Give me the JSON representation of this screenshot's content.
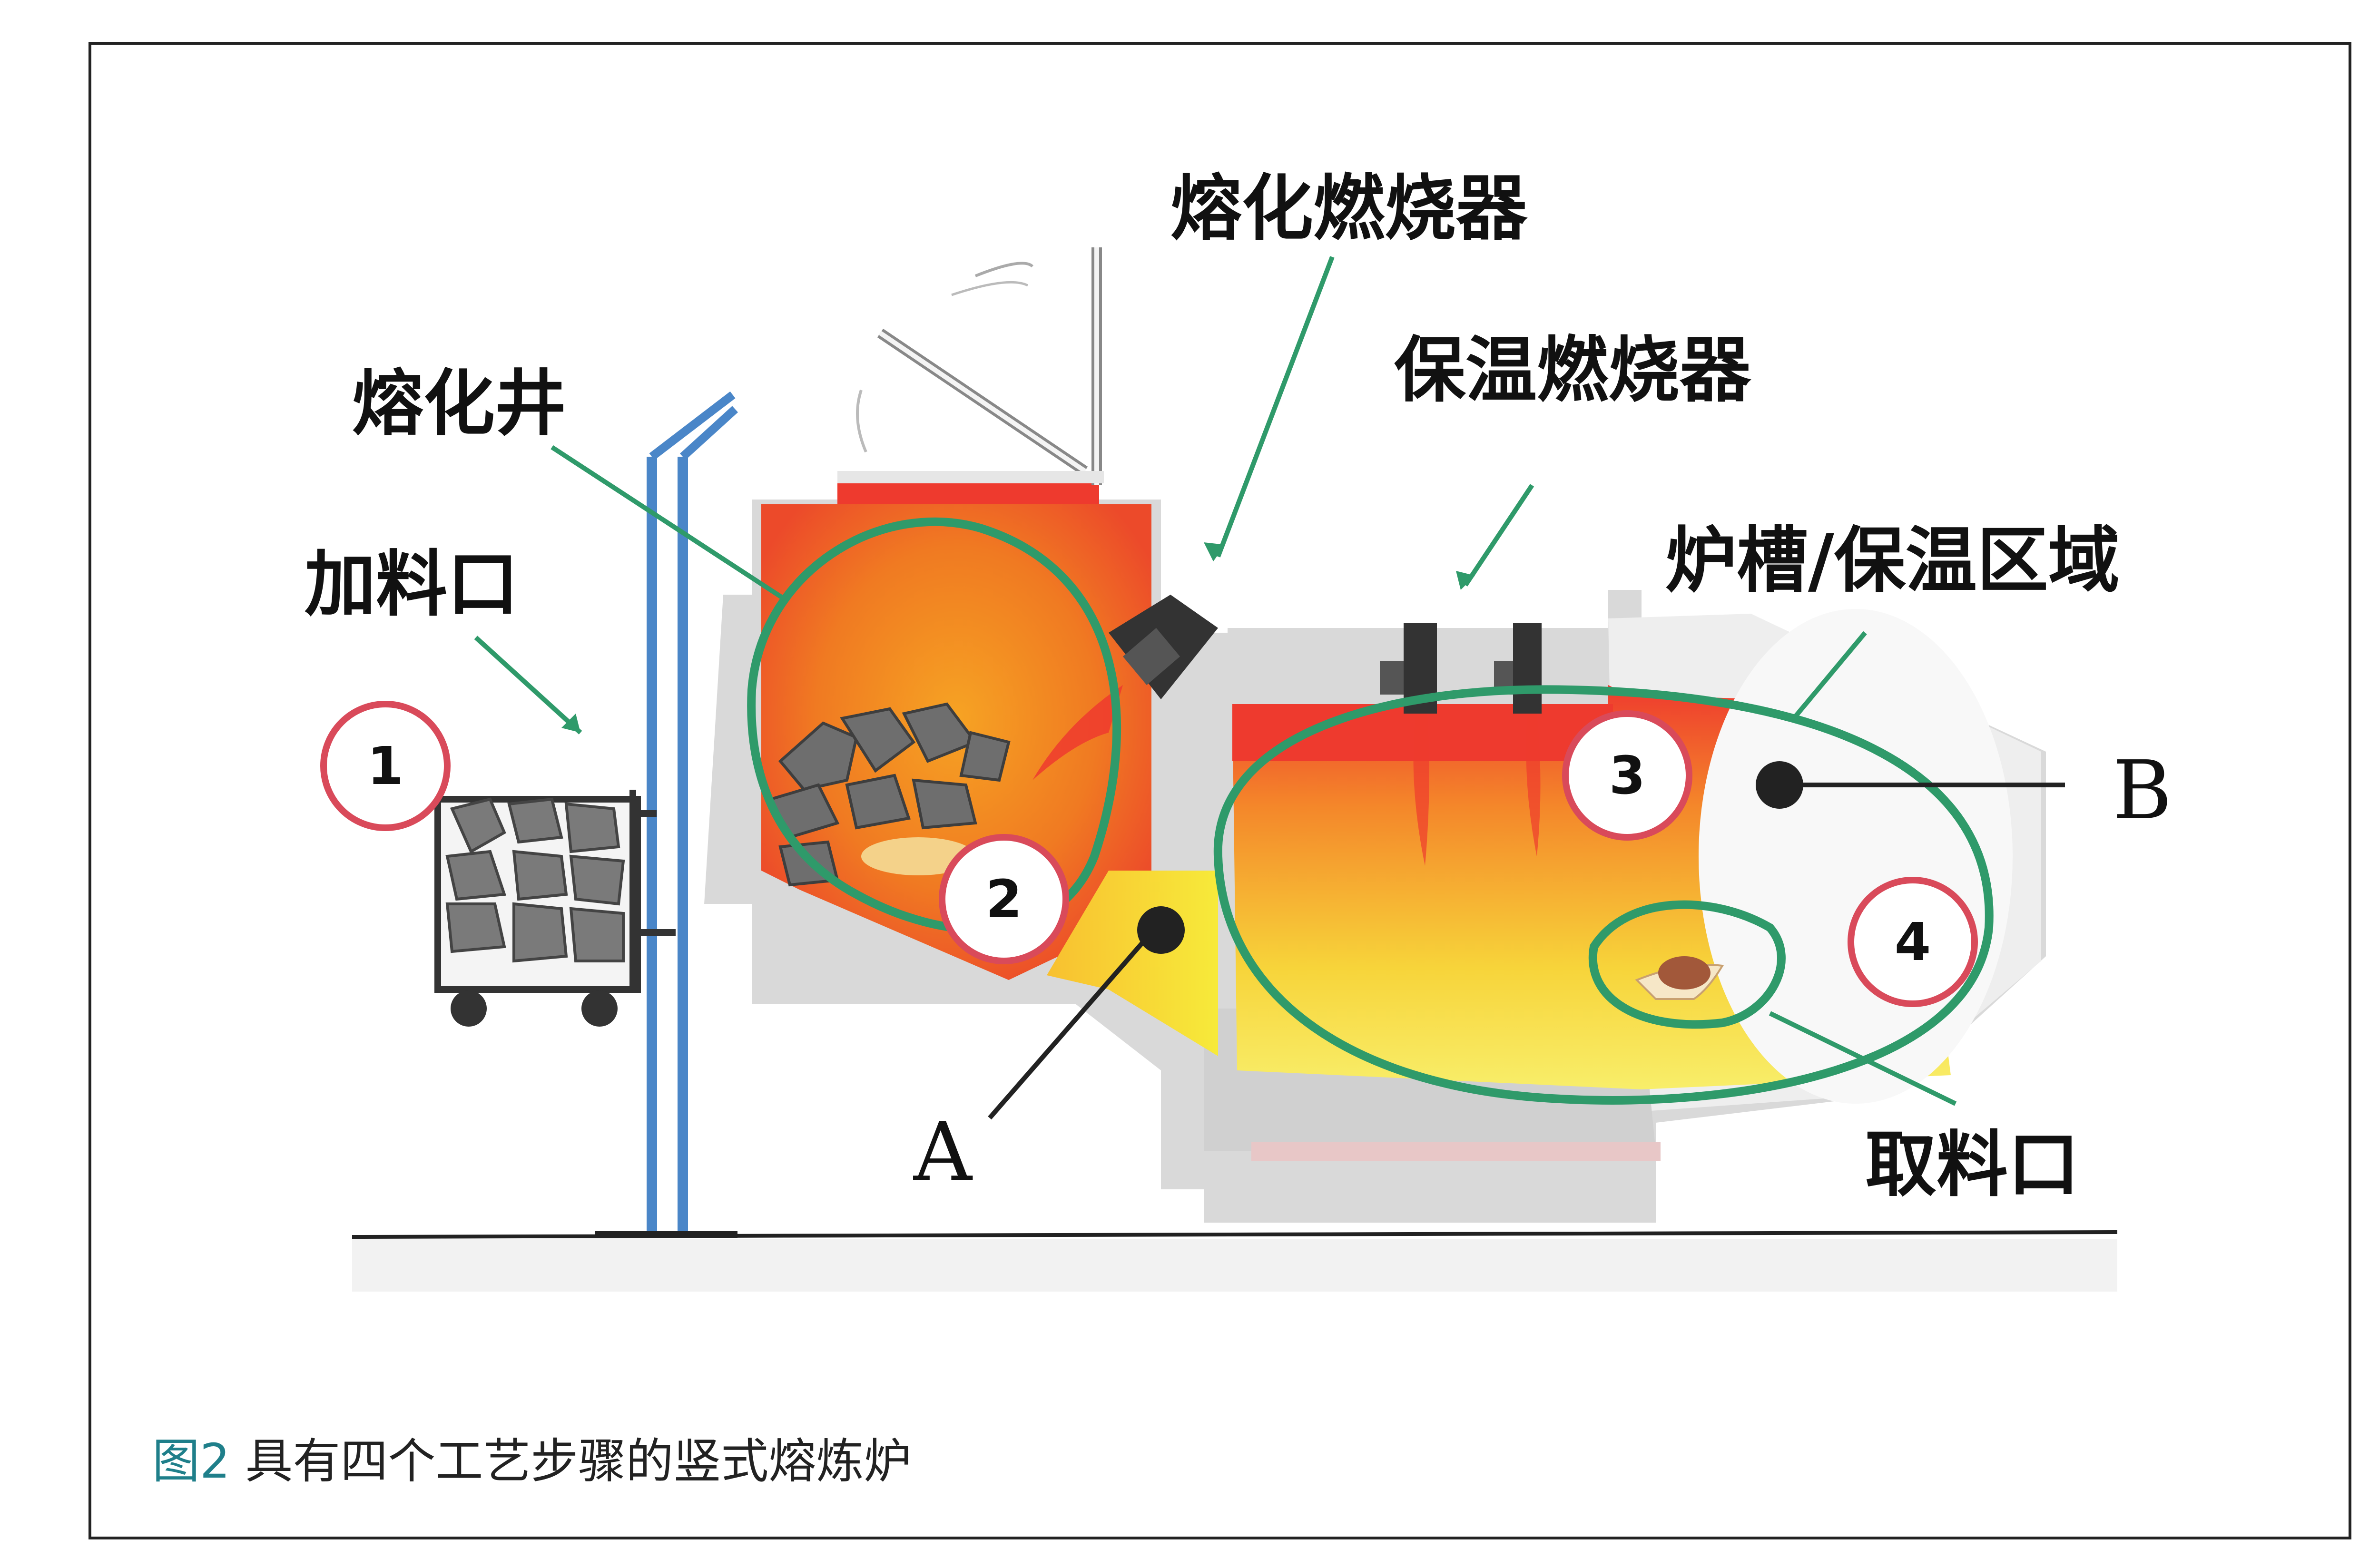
{
  "labels": {
    "melting_burner": "熔化燃烧器",
    "holding_burner": "保温燃烧器",
    "melting_shaft": "熔化井",
    "charging_door": "加料口",
    "hearth_holding_zone": "炉槽/保温区域",
    "tapping_door": "取料口",
    "point_a": "A",
    "point_b": "B"
  },
  "steps": [
    "1",
    "2",
    "3",
    "4"
  ],
  "caption": {
    "fig_label": "图2",
    "text": " 具有四个工艺步骤的竖式熔炼炉"
  },
  "colors": {
    "green_outline": "#2f9a6a",
    "step_ring": "#d94a5a",
    "furnace_gray": "#d9d9d9",
    "hot_red": "#ee3a2e",
    "hot_yellow": "#f7ea3a",
    "pole_blue": "#4a86c8"
  }
}
